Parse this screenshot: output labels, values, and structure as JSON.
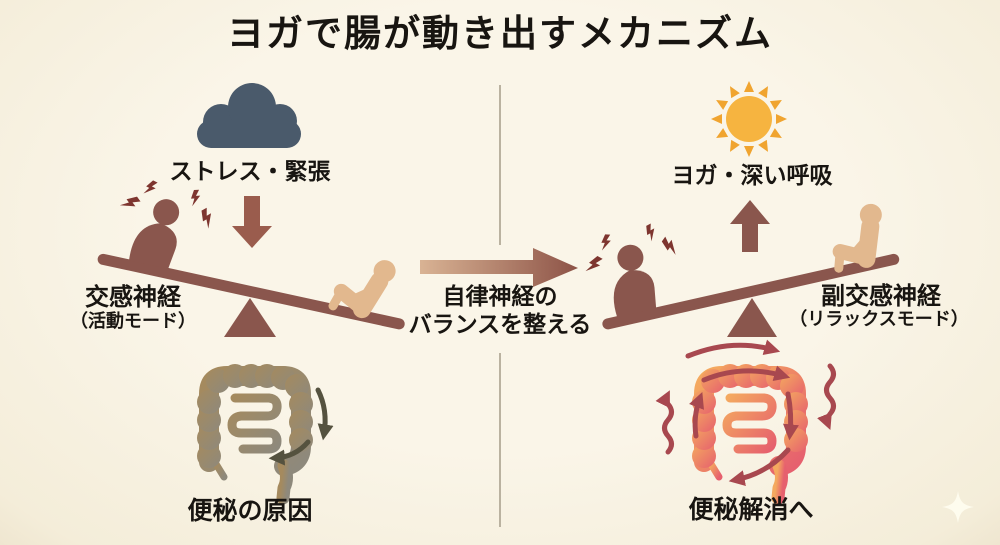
{
  "title": "ヨガで腸が動き出すメカニズム",
  "left_panel": {
    "trigger_label": "ストレス・緊張",
    "nerve_label": "交感神経",
    "nerve_mode": "（活動モード）",
    "result_label": "便秘の原因"
  },
  "center": {
    "line1": "自律神経の",
    "line2": "バランスを整える"
  },
  "right_panel": {
    "trigger_label": "ヨガ・深い呼吸",
    "nerve_label": "副交感神経",
    "nerve_mode": "（リラックスモード）",
    "result_label": "便秘解消へ"
  },
  "icons": {
    "left_trigger": "storm-cloud-icon",
    "right_trigger": "sun-icon",
    "left_balance": "seesaw-stressed-up-icon",
    "right_balance": "seesaw-relaxed-up-icon",
    "left_gut": "intestine-sluggish-icon",
    "right_gut": "intestine-active-icon",
    "transition": "right-arrow-icon",
    "watermark": "sparkle-icon"
  },
  "colors": {
    "background": "#f7f1e1",
    "ink": "#181511",
    "cloud": "#4a5a6b",
    "sun_core": "#f6b440",
    "sun_rays": "#f0a42f",
    "seesaw": "#8a564d",
    "stressed_figure": "#8a564d",
    "lightning": "#7e352f",
    "relaxed_figure": "#e2b88e",
    "stress_arrow": "#9a5c4d",
    "arrow_gradient_start": "#d9b394",
    "arrow_gradient_end": "#8d5347",
    "gut_sluggish_start": "#a58a5e",
    "gut_sluggish_end": "#8e897c",
    "gut_sluggish_arrows": "#55523f",
    "gut_active_start": "#f4a95f",
    "gut_active_end": "#e6606e",
    "gut_active_arrows": "#a8484f",
    "divider": "#bab2a0"
  }
}
